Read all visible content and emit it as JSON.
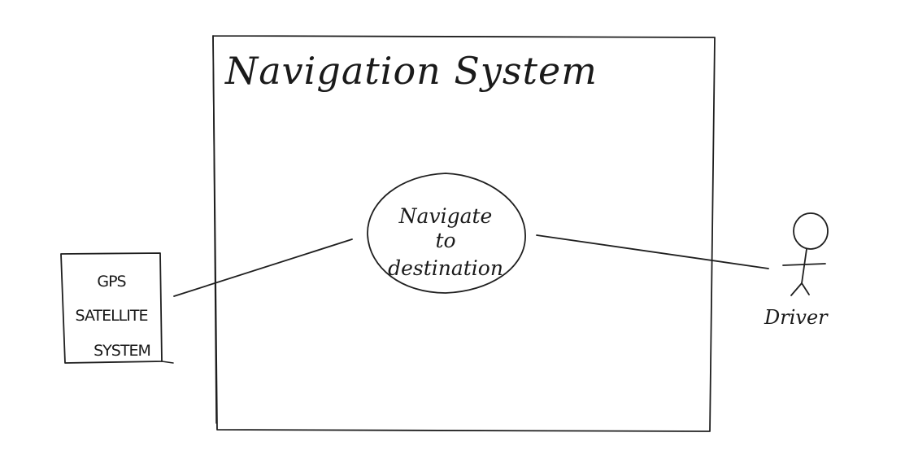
{
  "diagram": {
    "type": "use-case",
    "system": {
      "title": "Navigation System"
    },
    "use_case": {
      "line1": "Navigate",
      "line2": "to",
      "line3": "destination"
    },
    "external_system": {
      "line1": "GPS",
      "line2": "SATELLITE",
      "line3": "SYSTEM"
    },
    "actor": {
      "label": "Driver"
    },
    "associations": [
      {
        "from": "GPS SATELLITE SYSTEM",
        "to": "Navigate to destination"
      },
      {
        "from": "Driver",
        "to": "Navigate to destination"
      }
    ],
    "colors": {
      "ink": "#1f1f1f",
      "background": "#ffffff"
    }
  }
}
